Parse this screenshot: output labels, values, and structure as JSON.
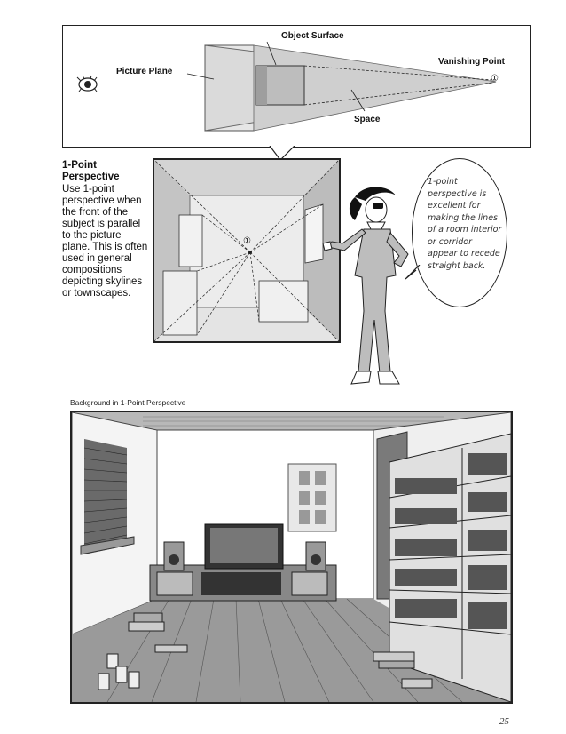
{
  "diagram": {
    "labels": {
      "object_surface": "Object Surface",
      "vanishing_point": "Vanishing Point",
      "picture_plane": "Picture Plane",
      "space": "Space",
      "vp_marker": "①"
    }
  },
  "sidebar": {
    "title": "1-Point\nPerspective",
    "body": "Use 1-point perspective when the front of the subject is parallel to the picture plane. This is often used in general compositions depicting skylines or townscapes."
  },
  "room_diagram": {
    "vp_marker": "①"
  },
  "speech_bubble": {
    "text": "1-point perspective is excellent for making the lines of a room interior or corridor appear to recede straight back."
  },
  "illustration": {
    "caption": "Background in 1-Point Perspective"
  },
  "page": {
    "number": "25"
  }
}
